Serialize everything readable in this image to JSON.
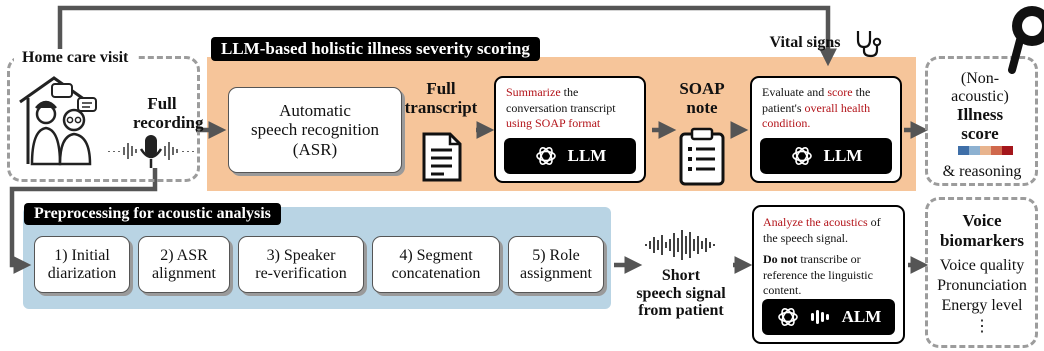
{
  "colors": {
    "scoring_panel": "#f6c59a",
    "preprocess_panel": "#b9d4e4",
    "score_bar": [
      "#3f6fa8",
      "#8db1d1",
      "#e8b48e",
      "#d0684c",
      "#a4161b"
    ]
  },
  "home": {
    "title": "Home care visit",
    "recording_label": "Full\nrecording"
  },
  "scoring": {
    "title": "LLM-based holistic illness severity scoring",
    "asr_box": "Automatic\nspeech recognition\n(ASR)",
    "transcript_label": "Full\ntranscript",
    "summarize": {
      "red1": "Summarize",
      "text1": " the conversation transcript ",
      "red2": "using SOAP format",
      "model": "LLM"
    },
    "soap_label": "SOAP\nnote",
    "evaluate": {
      "text1": "Evaluate and ",
      "red1": "score",
      "text2": " the patient's ",
      "red2": "overall health condition.",
      "model": "LLM"
    },
    "vital_signs": "Vital signs"
  },
  "illness": {
    "line1": "(Non-",
    "line2": "acoustic)",
    "title1": "Illness",
    "title2": "score",
    "reasoning": "& reasoning"
  },
  "preprocess": {
    "title": "Preprocessing for acoustic analysis",
    "steps": [
      "1) Initial\ndiarization",
      "2) ASR\nalignment",
      "3) Speaker\nre-verification",
      "4) Segment\nconcatenation",
      "5) Role\nassignment"
    ],
    "short_signal": "Short\nspeech signal\nfrom patient"
  },
  "alm": {
    "red1": "Analyze the acoustics",
    "text1": " of the speech signal.",
    "bold1": "Do not",
    "text2": " transcribe or reference the linguistic content.",
    "model": "ALM"
  },
  "voice": {
    "title1": "Voice",
    "title2": "biomarkers",
    "items": [
      "Voice quality",
      "Pronunciation",
      "Energy level",
      "⋮"
    ]
  }
}
